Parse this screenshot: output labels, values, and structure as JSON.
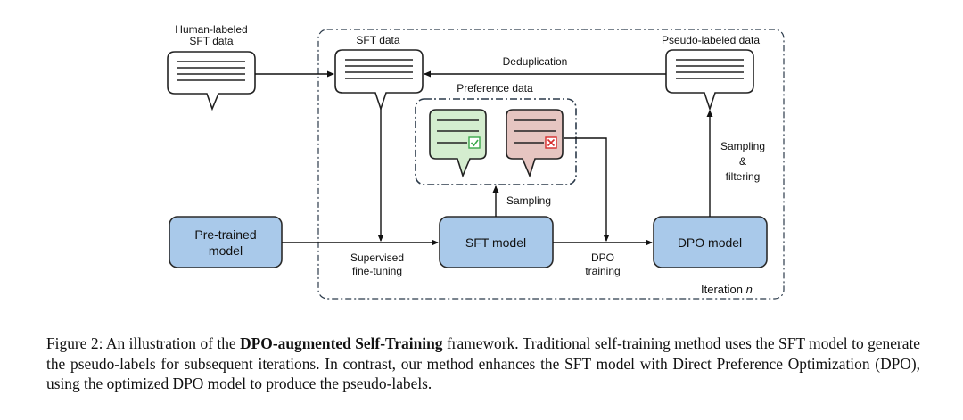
{
  "labels": {
    "human_labeled_sft": [
      "Human-labeled",
      "SFT data"
    ],
    "sft_data": "SFT data",
    "pseudo_labeled": "Pseudo-labeled data",
    "deduplication": "Deduplication",
    "preference_data": "Preference data",
    "sampling": "Sampling",
    "sampling_filtering": [
      "Sampling",
      "&",
      "filtering"
    ],
    "supervised_finetuning": [
      "Supervised",
      "fine-tuning"
    ],
    "dpo_training": [
      "DPO",
      "training"
    ],
    "iteration": "Iteration",
    "iteration_var": "n"
  },
  "boxes": {
    "pretrained": [
      "Pre-trained",
      "model"
    ],
    "sft_model": "SFT model",
    "dpo_model": "DPO model"
  },
  "caption": {
    "prefix": "Figure 2:  An illustration of the ",
    "bold": "DPO-augmented Self-Training",
    "suffix": " framework. Traditional self-training method uses the SFT model to generate the pseudo-labels for subsequent iterations. In contrast, our method enhances the SFT model with Direct Preference Optimization (DPO), using the optimized DPO model to produce the pseudo-labels."
  },
  "colors": {
    "box_fill": "#a9c9ea",
    "box_stroke": "#2b2b2b",
    "chosen_fill": "#d4edcf",
    "chosen_mark": "#3aa84a",
    "rejected_fill": "#e6c5c1",
    "rejected_mark": "#d62c2c"
  }
}
